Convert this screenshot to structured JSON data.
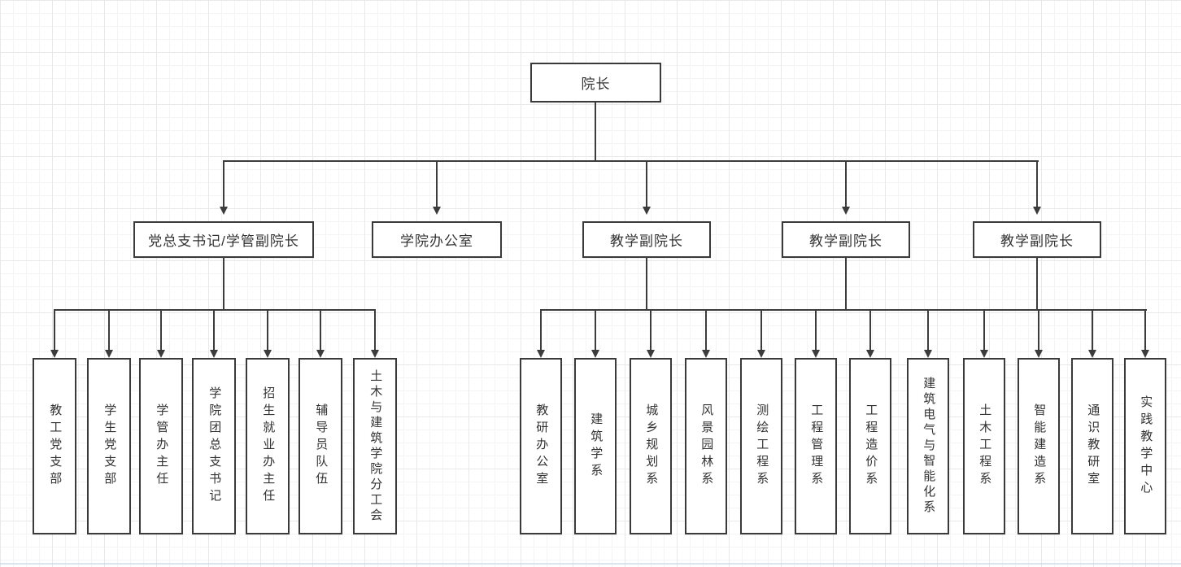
{
  "canvas": {
    "background_color": "#ffffff",
    "grid_minor_color": "#f4f4f6",
    "grid_major_color": "#e8e8eb",
    "connector_color": "#3c3c3c",
    "node_border_color": "#3a3a3a",
    "node_fill_color": "#ffffff",
    "text_color": "#333333",
    "page_guide_color": "#cdd9e9"
  },
  "org_chart": {
    "root": {
      "label": "院长"
    },
    "managers": [
      {
        "label": "党总支书记/学管副院长"
      },
      {
        "label": "学院办公室"
      },
      {
        "label": "教学副院长"
      },
      {
        "label": "教学副院长"
      },
      {
        "label": "教学副院长"
      }
    ],
    "left_departments": [
      {
        "label": "教工党支部"
      },
      {
        "label": "学生党支部"
      },
      {
        "label": "学管办主任"
      },
      {
        "label": "学院团总支书记"
      },
      {
        "label": "招生就业办主任"
      },
      {
        "label": "辅导员队伍"
      },
      {
        "label": "土木与建筑学院分工会"
      }
    ],
    "right_departments": [
      {
        "label": "教研办公室"
      },
      {
        "label": "建筑学系"
      },
      {
        "label": "城乡规划系"
      },
      {
        "label": "风景园林系"
      },
      {
        "label": "测绘工程系"
      },
      {
        "label": "工程管理系"
      },
      {
        "label": "工程造价系"
      },
      {
        "label": "建筑电气与智能化系"
      },
      {
        "label": "土木工程系"
      },
      {
        "label": "智能建造系"
      },
      {
        "label": "通识教研室"
      },
      {
        "label": "实践教学中心"
      }
    ]
  }
}
